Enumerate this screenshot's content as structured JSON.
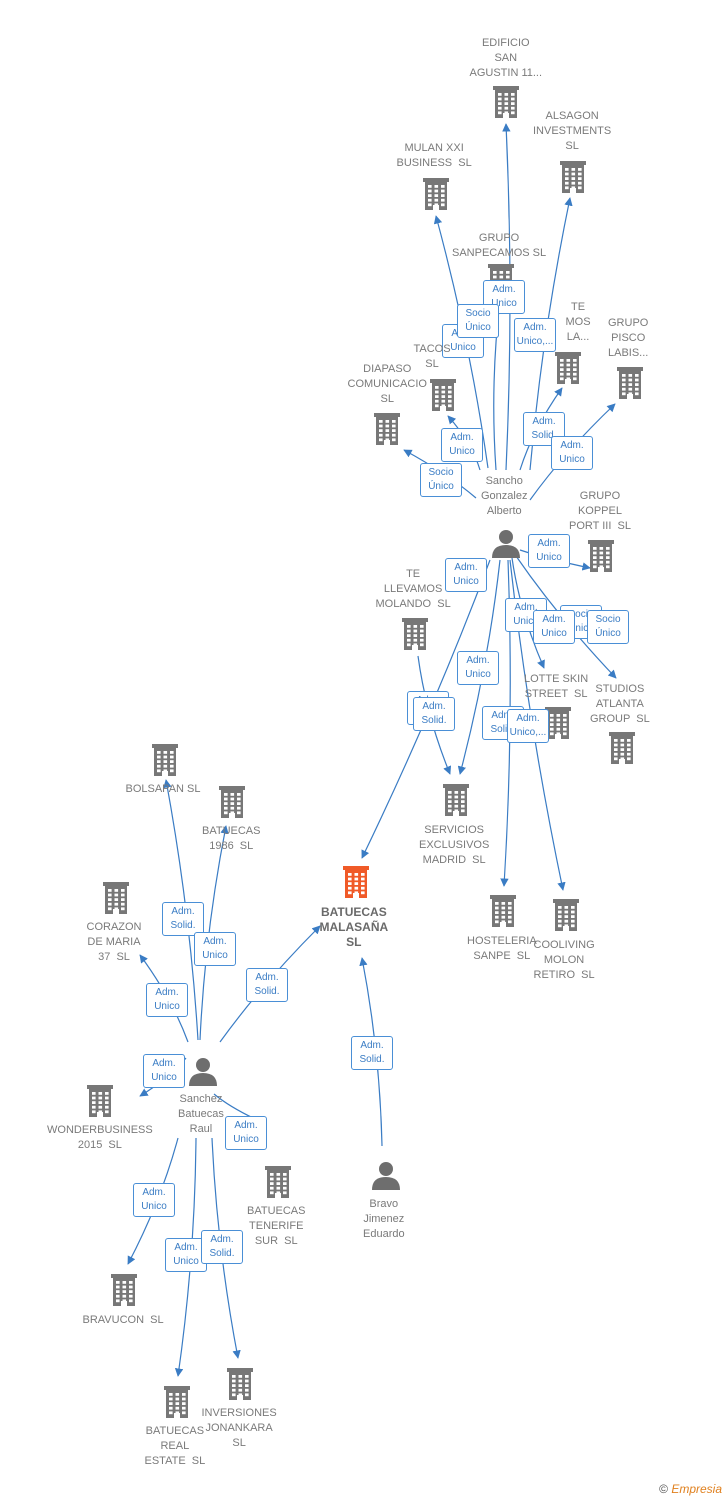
{
  "colors": {
    "company": "#777777",
    "focus_company": "#f05a28",
    "person": "#6e6e6e",
    "edge": "#3a7cc4",
    "badge_border": "#4a8fd6"
  },
  "nodes": [
    {
      "id": "edificio",
      "type": "company",
      "label": "EDIFICIO\nSAN\nAGUSTIN 11..."
    },
    {
      "id": "alsagon",
      "type": "company",
      "label": "ALSAGON\nINVESTMENTS\nSL"
    },
    {
      "id": "mulan",
      "type": "company",
      "label": "MULAN XXI\nBUSINESS  SL"
    },
    {
      "id": "sanpecamos",
      "type": "company",
      "label": "GRUPO\nSANPECAMOS SL"
    },
    {
      "id": "telamos",
      "type": "company",
      "label": "TE\nMOS\nLA..."
    },
    {
      "id": "pisco",
      "type": "company",
      "label": "GRUPO\nPISCO\nLABIS..."
    },
    {
      "id": "tacos",
      "type": "company",
      "label": "TACOS\nSL"
    },
    {
      "id": "diapaso",
      "type": "company",
      "label": "DIAPASO\nCOMUNICACIO\nSL"
    },
    {
      "id": "sancho",
      "type": "person",
      "label": "Sancho\nGonzalez\nAlberto"
    },
    {
      "id": "koppel",
      "type": "company",
      "label": "GRUPO\nKOPPEL\nPORT III  SL"
    },
    {
      "id": "tellevamos",
      "type": "company",
      "label": "TE\nLLEVAMOS\nMOLANDO  SL"
    },
    {
      "id": "lotte",
      "type": "company",
      "label": "LOTTE SKIN\nSTREET  SL"
    },
    {
      "id": "studios",
      "type": "company",
      "label": "STUDIOS\nATLANTA\nGROUP  SL"
    },
    {
      "id": "servicios",
      "type": "company",
      "label": "SERVICIOS\nEXCLUSIVOS\nMADRID  SL"
    },
    {
      "id": "hosteleria",
      "type": "company",
      "label": "HOSTELERIA\nSANPE  SL"
    },
    {
      "id": "cooliving",
      "type": "company",
      "label": "COOLIVING\nMOLON\nRETIRO  SL"
    },
    {
      "id": "batuecas_malasana",
      "type": "focus",
      "label": "BATUECAS\nMALASAÑA\nSL"
    },
    {
      "id": "bolsapan",
      "type": "company",
      "label": "BOLSAPAN SL"
    },
    {
      "id": "batuecas1986",
      "type": "company",
      "label": "BATUECAS\n1986  SL"
    },
    {
      "id": "corazon",
      "type": "company",
      "label": "CORAZON\nDE MARIA\n37  SL"
    },
    {
      "id": "wonder",
      "type": "company",
      "label": "WONDERBUSINESS\n2015  SL"
    },
    {
      "id": "sanchez",
      "type": "person",
      "label": "Sanchez\nBatuecas\nRaul"
    },
    {
      "id": "tenerife",
      "type": "company",
      "label": "BATUECAS\nTENERIFE\nSUR  SL"
    },
    {
      "id": "bravo",
      "type": "person",
      "label": "Bravo\nJimenez\nEduardo"
    },
    {
      "id": "bravucon",
      "type": "company",
      "label": "BRAVUCON  SL"
    },
    {
      "id": "realestate",
      "type": "company",
      "label": "BATUECAS\nREAL\nESTATE  SL"
    },
    {
      "id": "jonankara",
      "type": "company",
      "label": "INVERSIONES\nJONANKARA\nSL"
    }
  ],
  "edges": [
    {
      "from": "sancho",
      "to": "edificio",
      "role": "Adm.\nUnico"
    },
    {
      "from": "sancho",
      "to": "alsagon",
      "role": "Adm.\nUnico,..."
    },
    {
      "from": "sancho",
      "to": "mulan",
      "role": "Socio\nÚnico"
    },
    {
      "from": "sancho",
      "to": "sanpecamos",
      "role": "Adm.\nUnico"
    },
    {
      "from": "sancho",
      "to": "telamos",
      "role": "Adm.\nSolid."
    },
    {
      "from": "sancho",
      "to": "pisco",
      "role": "Adm.\nUnico"
    },
    {
      "from": "sancho",
      "to": "tacos",
      "role": "Adm.\nUnico"
    },
    {
      "from": "sancho",
      "to": "diapaso",
      "role": "Socio\nÚnico"
    },
    {
      "from": "sancho",
      "to": "koppel",
      "role": "Adm.\nUnico"
    },
    {
      "from": "sancho",
      "to": "lotte",
      "role": "Adm.\nUnico"
    },
    {
      "from": "sancho",
      "to": "studios",
      "role": "Socio\nÚnico"
    },
    {
      "from": "sancho",
      "to": "servicios",
      "role": "Adm.\nUnico"
    },
    {
      "from": "sancho",
      "to": "hosteleria",
      "role": "Adm.\nSolid."
    },
    {
      "from": "sancho",
      "to": "cooliving",
      "role": "Adm.\nUnico,..."
    },
    {
      "from": "sancho",
      "to": "batuecas_malasana",
      "role": "Adm.\nUnico"
    },
    {
      "from": "tellevamos",
      "to": "servicios",
      "role": "Adm.\nSolid."
    },
    {
      "from": "sanchez",
      "to": "bolsapan",
      "role": "Adm.\nSolid."
    },
    {
      "from": "sanchez",
      "to": "batuecas1986",
      "role": "Adm.\nUnico"
    },
    {
      "from": "sanchez",
      "to": "corazon",
      "role": "Adm.\nUnico"
    },
    {
      "from": "sanchez",
      "to": "wonder",
      "role": "Adm.\nUnico"
    },
    {
      "from": "sanchez",
      "to": "batuecas_malasana",
      "role": "Adm.\nSolid."
    },
    {
      "from": "sanchez",
      "to": "tenerife",
      "role": "Adm.\nUnico"
    },
    {
      "from": "sanchez",
      "to": "bravucon",
      "role": "Adm.\nUnico"
    },
    {
      "from": "sanchez",
      "to": "realestate",
      "role": "Adm.\nUnico"
    },
    {
      "from": "sanchez",
      "to": "jonankara",
      "role": "Adm.\nSolid."
    },
    {
      "from": "bravo",
      "to": "batuecas_malasana",
      "role": "Adm.\nSolid."
    }
  ],
  "footer": {
    "copyright": "©",
    "brand": "Empresia"
  }
}
